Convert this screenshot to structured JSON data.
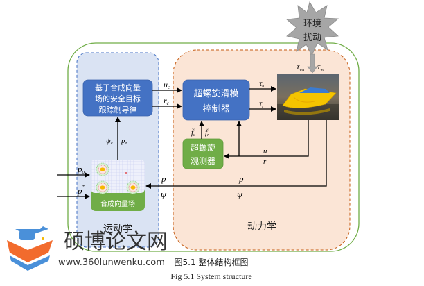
{
  "diagram": {
    "title_cn": "图5.1  整体结构框图",
    "title_en": "Fig 5.1  System structure",
    "regions": {
      "kinematics": "运动学",
      "dynamics": "动力学"
    },
    "blocks": {
      "guidance_law": [
        "基于合成向量",
        "场的安全目标",
        "跟踪制导律"
      ],
      "controller": [
        "超螺旋滑模",
        "控制器"
      ],
      "observer": [
        "超螺旋",
        "观测器"
      ],
      "vector_field": "合成向量场",
      "disturbance": [
        "环境",
        "扰动"
      ]
    },
    "signals": {
      "uc": "u",
      "uc_sub": "c",
      "rc": "r",
      "rc_sub": "c",
      "tau_u": "τ",
      "tau_u_sub": "u",
      "tau_r": "τ",
      "tau_r_sub": "r",
      "tau_wu": "τ",
      "tau_wu_sub": "wu",
      "tau_wr": "τ",
      "tau_wr_sub": "wr",
      "f_u": "f̂",
      "f_u_sub": "u",
      "f_r": "f̂",
      "f_r_sub": "r",
      "psi_e": "ψ",
      "psi_e_sub": "e",
      "p_e": "p",
      "p_e_sub": "e",
      "u": "u",
      "r": "r",
      "p": "p",
      "psi": "ψ",
      "p_o": "p",
      "p_o_sub": "o",
      "p_star": "p",
      "p_star_sup": "*"
    },
    "watermark": {
      "name": "硕博论文网",
      "url": "www.360lunwenku.com"
    },
    "colors": {
      "blue_block": "#4472C4",
      "green_block": "#70AD47",
      "kin_bg": "#DAE3F3",
      "dyn_bg": "#FBE5D6",
      "outer_border": "#70AD47",
      "dyn_border": "#C55A11",
      "kin_border": "#4472C4"
    }
  }
}
